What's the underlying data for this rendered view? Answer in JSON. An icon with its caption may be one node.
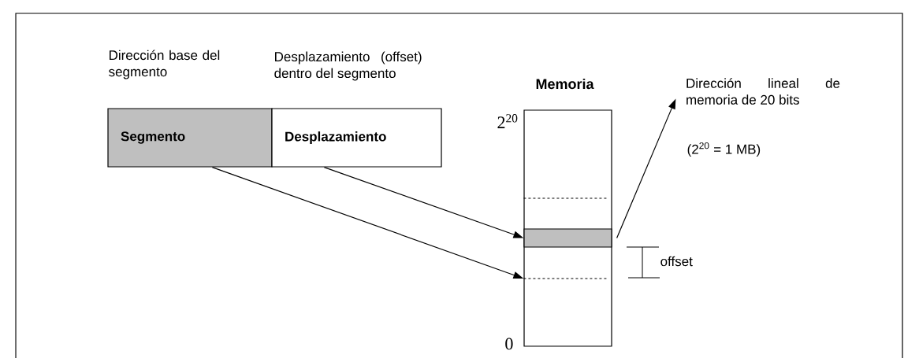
{
  "diagram": {
    "nodes": [
      {
        "text": [
          "Segmento"
        ],
        "beside": [
          "Dirección base del segmento"
        ]
      },
      {
        "text": [
          "Desplazamiento"
        ],
        "beside": [
          "Desplazamiento (offset) dentro del segmento"
        ]
      },
      {
        "text": [
          "Memoria"
        ]
      },
      {
        "text": [],
        "shape": "bar",
        "in": 2
      },
      {
        "text": [],
        "shape": "line",
        "in": 2
      },
      {
        "text": [
          "Dirección lineal de memoria de 20 bits"
        ]
      }
    ],
    "edges": [
      {
        "from": 0,
        "to": 4,
        "arrow": "to"
      },
      {
        "from": 1,
        "to": 3,
        "arrow": "to"
      },
      {
        "from": 3,
        "to": 5,
        "arrow": "to"
      }
    ],
    "labels": [
      "2$^{20}$",
      "(2$^{20}$ = 1 MB)",
      "offset",
      "0"
    ]
  }
}
